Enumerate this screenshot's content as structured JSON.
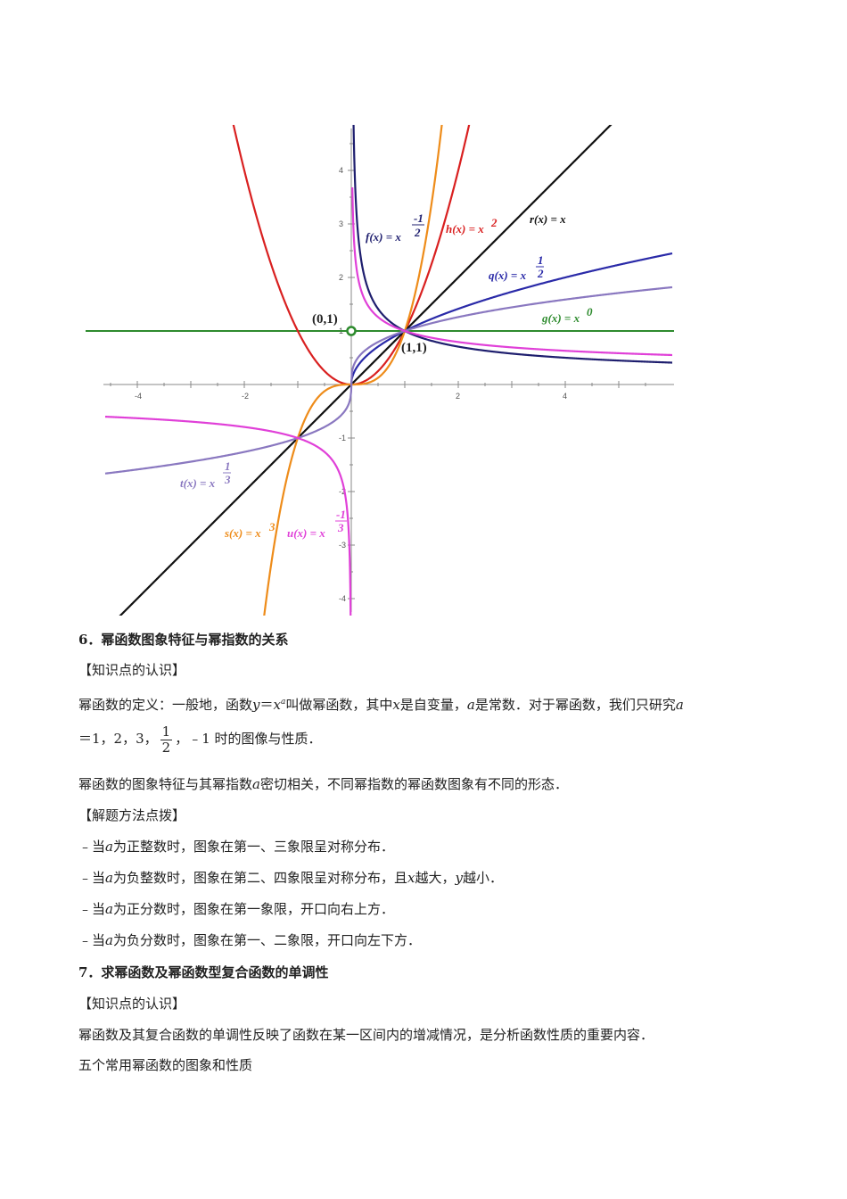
{
  "graph": {
    "colors": {
      "f": "#1e1e6e",
      "h": "#d92020",
      "r": "#111111",
      "q": "#2a2aa8",
      "g": "#2e8b2e",
      "s": "#ee8c1a",
      "t": "#8a78c0",
      "u": "#e040d8"
    },
    "labels": {
      "f_name": "f(x) = x",
      "f_num": "-1",
      "f_den": "2",
      "h_name": "h(x) = x",
      "h_exp": "2",
      "r_name": "r(x) = x",
      "q_name": "q(x) = x",
      "q_num": "1",
      "q_den": "2",
      "g_name": "g(x) = x",
      "g_exp": "0",
      "t_name": "t(x) = x",
      "t_num": "1",
      "t_den": "3",
      "s_name": "s(x) = x",
      "s_exp": "3",
      "u_name": "u(x) = x",
      "u_num": "-1",
      "u_den": "3"
    },
    "points": {
      "p01": "(0,1)",
      "p11": "(1,1)"
    },
    "x_ticks": [
      "-4",
      "-2",
      "2",
      "4"
    ],
    "y_ticks": [
      "4",
      "3",
      "2",
      "1",
      "-1",
      "-2",
      "-3",
      "-4"
    ]
  },
  "section6": {
    "title": "6．幂函数图象特征与幂指数的关系",
    "knowledge_heading": "【知识点的认识】",
    "def_a": "幂函数的定义：一般地，函数",
    "def_y": "y",
    "def_eq": "＝",
    "def_x": "x",
    "def_sup": "a",
    "def_b": "叫做幂函数，其中",
    "def_x2": "x",
    "def_c": "是自变量，",
    "def_a2": "a",
    "def_d": "是常数．对于幂函数，我们只研究",
    "def_a3": "a",
    "line2_a": "＝1，2，3，",
    "frac_num": "1",
    "frac_den": "2",
    "line2_b": "，﹣1 时的图像与性质．",
    "para2_a": "幂函数的图象特征与其幂指数",
    "para2_a_var": "a",
    "para2_b": "密切相关，不同幂指数的幂函数图象有不同的形态．",
    "method_heading": "【解题方法点拨】",
    "bullets": [
      {
        "pre": "﹣当",
        "var": "a",
        "post": "为正整数时，图象在第一、三象限呈对称分布．"
      },
      {
        "pre": "﹣当",
        "var": "a",
        "post": "为负整数时，图象在第二、四象限呈对称分布，且",
        "var2": "x",
        "mid": "越大，",
        "var3": "y",
        "end": "越小．"
      },
      {
        "pre": "﹣当",
        "var": "a",
        "post": "为正分数时，图象在第一象限，开口向右上方．"
      },
      {
        "pre": "﹣当",
        "var": "a",
        "post": "为负分数时，图象在第一、二象限，开口向左下方．"
      }
    ]
  },
  "section7": {
    "title": "7．求幂函数及幂函数型复合函数的单调性",
    "knowledge_heading": "【知识点的认识】",
    "para1": "幂函数及其复合函数的单调性反映了函数在某一区间内的增减情况，是分析函数性质的重要内容．",
    "para2": "五个常用幂函数的图象和性质"
  }
}
